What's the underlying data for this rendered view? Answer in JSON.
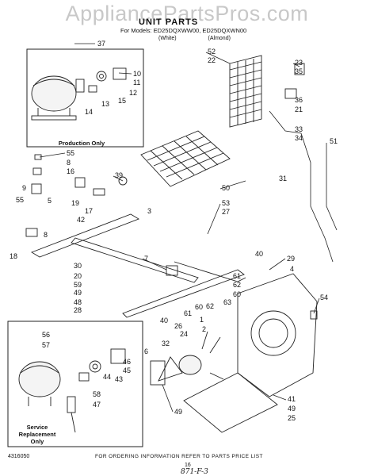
{
  "watermark": "AppliancePartsPros.com",
  "title": "UNIT PARTS",
  "models_line": "For Models: ED25DQXWW00, ED25DQXWN00",
  "variants": [
    "(White)",
    "(Almond)"
  ],
  "inset_production": "Production Only",
  "inset_service_line1": "Service Replacement",
  "inset_service_line2": "Only",
  "footer_note": "FOR ORDERING INFORMATION REFER TO PARTS PRICE LIST",
  "doc_number": "4316050",
  "page_number": "16",
  "handwritten_note": "871-F-3",
  "callouts": [
    "37",
    "10",
    "11",
    "12",
    "15",
    "13",
    "14",
    "52",
    "22",
    "23",
    "35",
    "36",
    "21",
    "33",
    "34",
    "51",
    "55",
    "8",
    "16",
    "9",
    "55",
    "5",
    "19",
    "17",
    "42",
    "18",
    "39",
    "3",
    "50",
    "31",
    "53",
    "27",
    "8",
    "30",
    "20",
    "59",
    "49",
    "48",
    "28",
    "7",
    "40",
    "61",
    "62",
    "60",
    "63",
    "29",
    "4",
    "54",
    "61",
    "60",
    "62",
    "40",
    "26",
    "1",
    "2",
    "56",
    "57",
    "44",
    "45",
    "46",
    "43",
    "58",
    "47",
    "32",
    "24",
    "6",
    "49",
    "41",
    "49",
    "25"
  ]
}
